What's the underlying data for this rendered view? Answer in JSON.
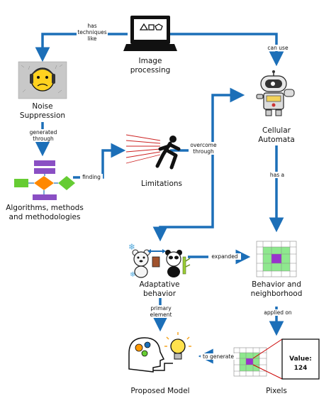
{
  "nodes": {
    "image_processing": "Image\nprocessing",
    "noise_suppression": "Noise\nSuppression",
    "cellular_automata": "Cellular\nAutomata",
    "limitations": "Limitations",
    "algorithms": "Algorithms, methods\nand methodologies",
    "adaptative_behavior": "Adaptative\nbehavior",
    "behavior_neighborhood": "Behavior and\nneighborhood",
    "proposed_model": "Proposed Model",
    "pixels": "Pixels"
  },
  "edges": {
    "has_techniques_like": "has\ntechniques\nlike",
    "can_use": "can use",
    "generated_through": "generated\nthrough",
    "finding": "finding",
    "overcome_through": "overcome\nthrough",
    "has_a": "has a",
    "expanded": "expanded",
    "primary_element": "primary\nelement",
    "applied_on": "applied on",
    "to_generate": "to generate"
  },
  "zoom_box": {
    "label": "Value: 124"
  },
  "colors": {
    "arrow": "#1c6fb8",
    "grid_green": "#8ee88e",
    "grid_purple": "#9933cc",
    "flow_purple": "#8a4fc4",
    "flow_green": "#66cc33",
    "flow_orange": "#ff8800",
    "zoom_red": "#cc0000"
  }
}
